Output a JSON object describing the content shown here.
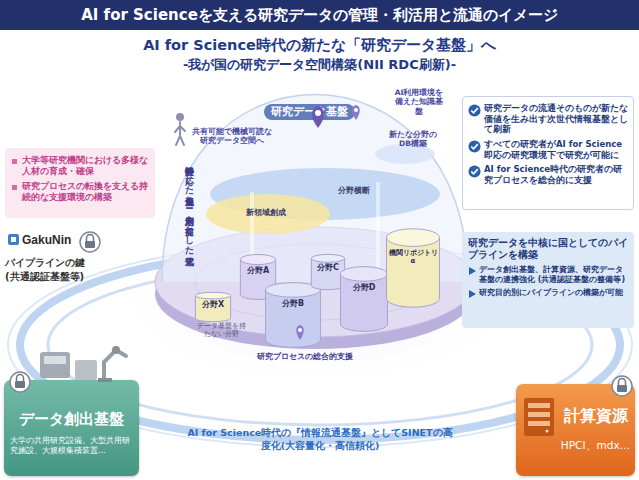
{
  "diagram": {
    "title": "AI for Scienceを支える研究データの管理・利活用と流通のイメージ",
    "nodes": [
      {
        "text": [
          "研究データ基盤"
        ]
      },
      {
        "text": [
          "分野X"
        ],
        "in": 0
      },
      {
        "text": [
          "分野A"
        ],
        "in": 0
      },
      {
        "text": [
          "分野B"
        ],
        "in": 0
      },
      {
        "text": [
          "分野C"
        ],
        "in": 0
      },
      {
        "text": [
          "分野D"
        ],
        "in": 0
      },
      {
        "text": [
          "機関リポジトリ α"
        ],
        "in": 0
      },
      {
        "text": [
          "大学等研究機関における多様な人材の育成・確保",
          "研究プロセスの転換を支える持続的な支援環境の構築"
        ]
      },
      {
        "text": [
          "研究データの流通そのものが新たな価値を生み出す次世代情報基盤として刷新",
          "すべての研究者がAI for Science即応の研究環境下で研究が可能に",
          "AI for Science時代の研究者の研究プロセスを総合的に支援"
        ]
      },
      {
        "text": [
          "研究データを中核に国としてのパイプラインを構築",
          "データ創出基盤、計算資源、研究データ基盤の連携強化 (共通認証基盤の整備等)",
          "研究目的別にパイプラインの構築が可能"
        ]
      },
      {
        "text": [
          "データ創出基盤",
          "大学の共用研究設備、大型共用研究施設、大規模集積装置…"
        ]
      },
      {
        "text": [
          "計算資源",
          "HPCI、mdx…"
        ]
      }
    ],
    "labels": [
      "AI for Science時代の新たな「研究データ基盤」へ",
      "-我が国の研究データ空間構築(NII RDC刷新)-",
      "共有可能で機械可読な研究データ空間へ",
      "AI利用環境を備えた知識基盤",
      "新たな分野のDB構築",
      "分野横断",
      "新領域創成",
      "データ基盤を持たない分野",
      "分野特性に応じた最適化とAI利活用を前提とした形式化",
      "研究プロセスの総合的支援",
      "GakuNin",
      "パイプラインの鍵 (共通認証基盤等)",
      "AI for Science時代の『情報流通基盤』としてSINETの高度化(大容量化・高信頼化)"
    ]
  }
}
